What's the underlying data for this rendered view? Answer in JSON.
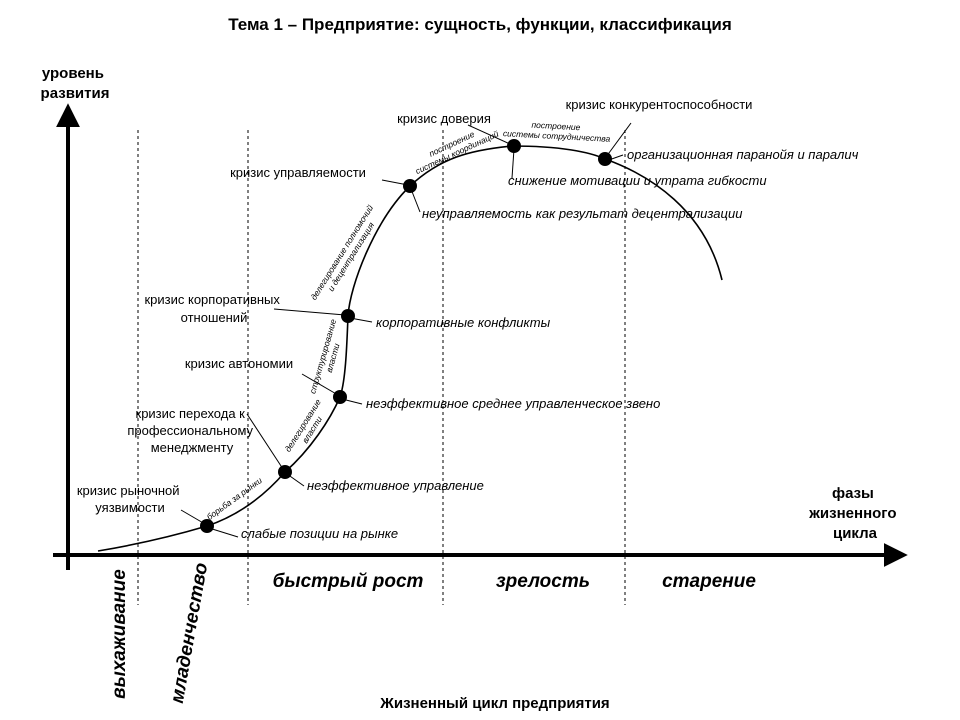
{
  "title": "Тема 1 – Предприятие: сущность, функции, классификация",
  "y_axis_label": [
    "уровень",
    "развития"
  ],
  "x_axis_label": [
    "фазы",
    "жизненного",
    "цикла"
  ],
  "bottom_caption": "Жизненный цикл предприятия",
  "phases": {
    "survival": "выхаживание",
    "infancy": "младенчество",
    "growth": "быстрый рост",
    "maturity": "зрелость",
    "aging": "старение"
  },
  "crises": {
    "market": [
      "кризис рыночной",
      "уязвимости"
    ],
    "professional": [
      "кризис перехода к",
      "профессиональному",
      "менеджменту"
    ],
    "autonomy": [
      "кризис автономии"
    ],
    "corporate": [
      "кризис корпоративных",
      "отношений"
    ],
    "controllability": [
      "кризис управляемости"
    ],
    "trust": [
      "кризис доверия"
    ],
    "competitiveness": [
      "кризис конкурентоспособности"
    ]
  },
  "problems": {
    "weak_market": "слабые позиции на рынке",
    "ineffective_mgmt": "неэффективное управление",
    "middle_level": "неэффективное среднее управленческое звено",
    "corp_conflicts": "корпоративные конфликты",
    "uncontrollable": "неуправляемость как результат децентрализации",
    "motivation": "снижение мотивации и утрата гибкости",
    "paranoia": "организационная паранойя и паралич"
  },
  "curve_labels": {
    "market_fight": "борьба за рынки",
    "delegation": [
      "делегирование",
      "власти"
    ],
    "structuring": [
      "структурирование",
      "власти"
    ],
    "decentralization": [
      "делегирование полномочий",
      "и децентрализация"
    ],
    "coordination": [
      "построение",
      "системы координаций"
    ],
    "cooperation": [
      "построение",
      "системы сотрудничества"
    ]
  }
}
